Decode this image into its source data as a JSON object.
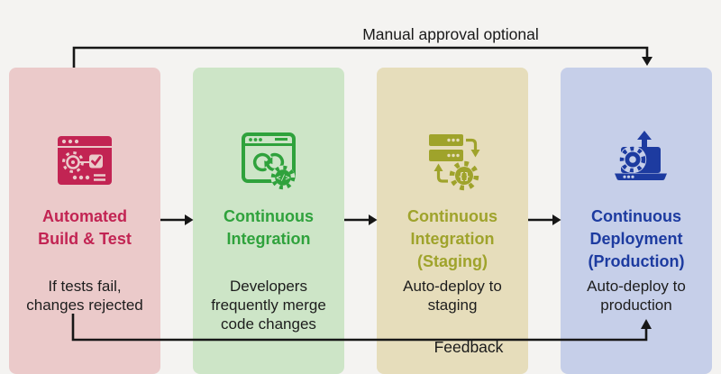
{
  "page": {
    "background": "#F4F3F1",
    "connector_color": "#161616",
    "body_text_color": "#1d1d1d"
  },
  "connectors": {
    "top": {
      "label": "Manual approval optional",
      "from": "stage-1",
      "to": "stage-4"
    },
    "bottom": {
      "label": "Feedback",
      "from": "stage-1",
      "to": "stage-4"
    }
  },
  "stages": [
    {
      "id": "automated-build-test",
      "bg": "#EBCACA",
      "accent": "#C22453",
      "icon": "build-test-window-icon",
      "title_lines": [
        "Automated",
        "Build & Test"
      ],
      "body_lines": [
        "If tests fail,",
        "changes rejected"
      ]
    },
    {
      "id": "continuous-integration",
      "bg": "#CDE5C7",
      "accent": "#2FA23C",
      "icon": "ci-sync-window-icon",
      "title_lines": [
        "Continuous",
        "Integration"
      ],
      "body_lines": [
        "Developers",
        "frequently merge",
        "code changes"
      ]
    },
    {
      "id": "continuous-integration-staging",
      "bg": "#E6DDBB",
      "accent": "#9FA32B",
      "icon": "staging-servers-gear-icon",
      "title_lines": [
        "Continuous",
        "Integration",
        "(Staging)"
      ],
      "body_lines": [
        "Auto-deploy to",
        "staging"
      ]
    },
    {
      "id": "continuous-deployment-production",
      "bg": "#C6CFE9",
      "accent": "#1D3BA0",
      "icon": "deploy-laptop-gear-icon",
      "title_lines": [
        "Continuous",
        "Deployment",
        "(Production)"
      ],
      "body_lines": [
        "Auto-deploy to",
        "production"
      ]
    }
  ]
}
